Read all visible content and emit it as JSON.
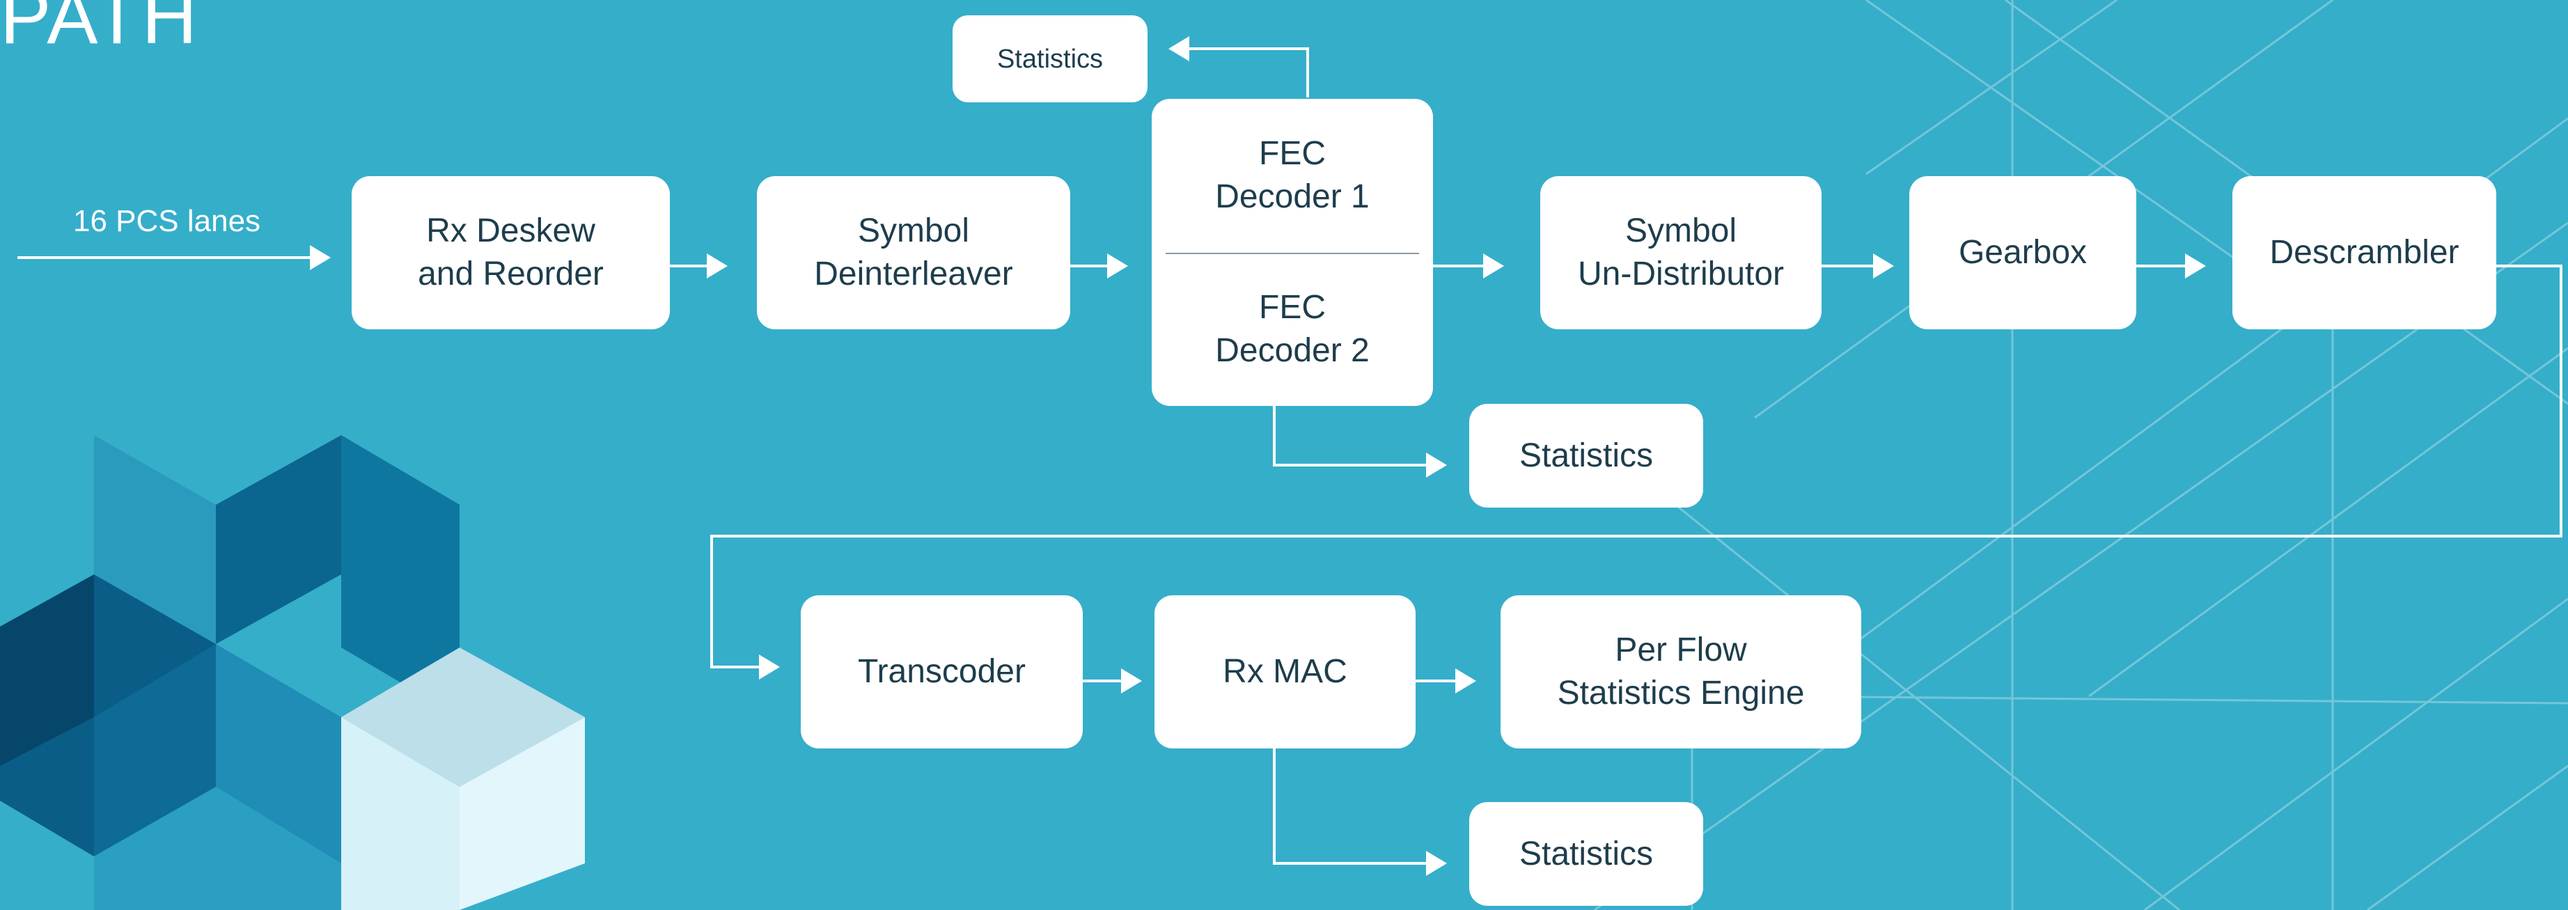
{
  "title": "PATH",
  "input_label": "16 PCS lanes",
  "blocks": {
    "rx_deskew": "Rx Deskew\nand Reorder",
    "symbol_deinterleaver": "Symbol\nDeinterleaver",
    "fec_decoder_1": "FEC\nDecoder 1",
    "fec_decoder_2": "FEC\nDecoder 2",
    "symbol_un_distributor": "Symbol\nUn-Distributor",
    "gearbox": "Gearbox",
    "descrambler": "Descrambler",
    "transcoder": "Transcoder",
    "rx_mac": "Rx MAC",
    "per_flow_stats": "Per Flow\nStatistics Engine",
    "statistics_top": "Statistics",
    "statistics_fec": "Statistics",
    "statistics_mac": "Statistics"
  },
  "colors": {
    "background": "#35aeca",
    "box": "#ffffff",
    "text": "#1e3d4c",
    "line": "#ffffff",
    "hex_dark": "#0b4f72",
    "hex_mid": "#0e6f96",
    "hex_light": "#bfe3ee"
  }
}
